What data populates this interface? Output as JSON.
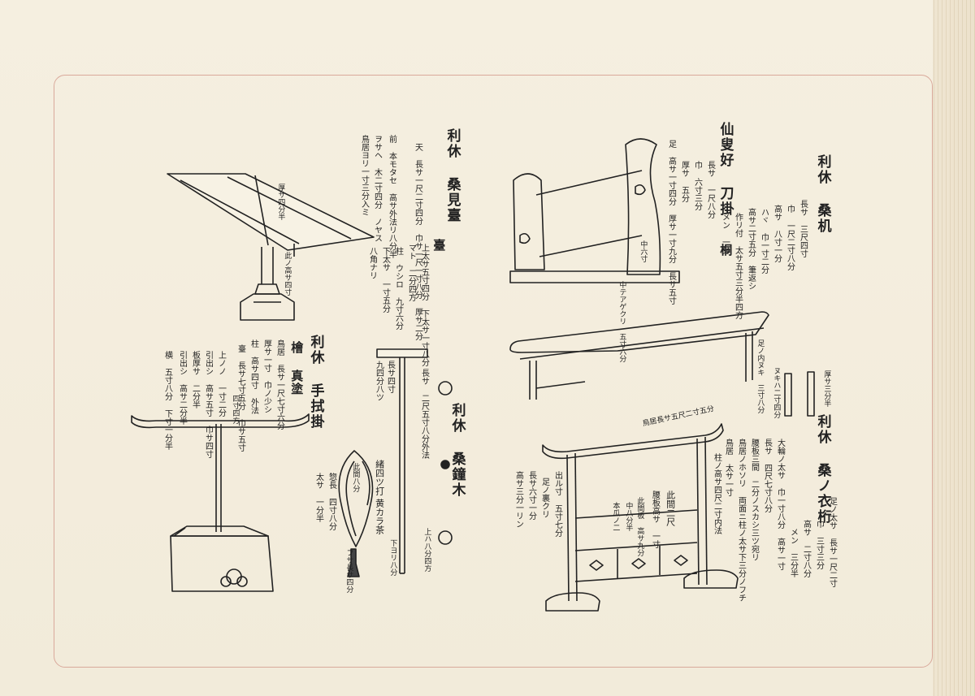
{
  "book": {
    "sections": [
      {
        "title": "利休 桑見臺",
        "sub": "臺",
        "notes": [
          "天 長サ一尺二寸四分 巾サ一尺一寸八分 厚サ二分",
          "前 本モタセ 高サ外法リ八分半",
          "ヲサヘ 木二寸四分 ノヤス",
          "鳥居ヨリ一寸三分入ミ",
          "上太サ五寸四分 下太サ一寸八分",
          "マト 二分四方",
          "柱 ウシロ 九寸六分",
          "下太サ 一寸五分",
          "八角ナリ"
        ],
        "marks": [
          "此ノ高サ四寸",
          "厚サ四分半"
        ]
      },
      {
        "title": "仙叟好 刀掛",
        "sub": "桐",
        "notes": [
          "長サ 一尺八分",
          "巾 六寸三分",
          "厚サ 五分",
          "足 高サ一寸四分 厚サ一寸九分 長サ五寸"
        ],
        "marks": [
          "中六寸",
          "中テアゲクリ 五寸六分"
        ]
      },
      {
        "title": "利休 桑机",
        "notes": [
          "長サ 三尺四寸",
          "巾 一尺二寸八分",
          "高サ 八寸一分",
          "ハヾ 巾一寸二分",
          "高サ二寸五分 筆返シ",
          "作リ付 太サ五寸三分半四方",
          "メン 一分"
        ],
        "marks": [
          "足ノ内ヌキ 三寸八分",
          "ヌキハ二寸四分",
          "厚サ三分半"
        ]
      },
      {
        "title": "利休 手拭掛",
        "sub": "檜 真塗",
        "notes": [
          "鳥居 長サ一尺七寸六分",
          "厚サ一寸 巾ノ少シ",
          "柱 高サ四寸 外法",
          "臺 長サ七寸五分 巾サ五寸",
          "上ノノ 一寸二分",
          "引出シ 高サ五寸 巾サ四寸",
          "板厚サ 二分半",
          "引出シ 高サ二分半",
          "横 五寸八分 下寸一分半"
        ],
        "marks": [
          "四寸四方"
        ]
      },
      {
        "title": "利休 桑鐘木",
        "notes": [
          "長サ 二尺五寸八分外法",
          "長サ四寸",
          "九四分八ツ"
        ],
        "marks": [
          "上ハ八分四方",
          "下ヨリ八分"
        ]
      },
      {
        "title": "緒四ツ打",
        "notes": [
          "黄カラ茶",
          "惣長 四寸八分",
          "太サ 一分半",
          "フサ長サ四分"
        ],
        "marks": [
          "此間八分"
        ]
      },
      {
        "title": "利休 桑ノ衣桁",
        "notes": [
          "足ノ太サ 長サ一尺二寸",
          "巾 三寸三分",
          "高サ 二寸八分",
          "メン 三分半",
          "大輪ノ太サ 巾一寸八分 高サ一寸",
          "長サ 四尺七寸八分",
          "腰板三間 二分ノスカシ三ツ宛リ",
          "鳥居ノホソリ 両面ニ柱ノ太サ下三分ノフチ",
          "鳥居 太サ一寸"
        ],
        "marks": [
          "鳥居長サ五尺二寸五分",
          "柱ノ高サ四尺二寸内法",
          "出ル寸 五寸七分",
          "足ノ裏クリ",
          "長サ六寸一分",
          "高サ三分一リン",
          "此間二尺",
          "腰板高サ 一寸",
          "此間板 高サ九分",
          "中八分半",
          "本瓜ノ二"
        ]
      }
    ]
  }
}
